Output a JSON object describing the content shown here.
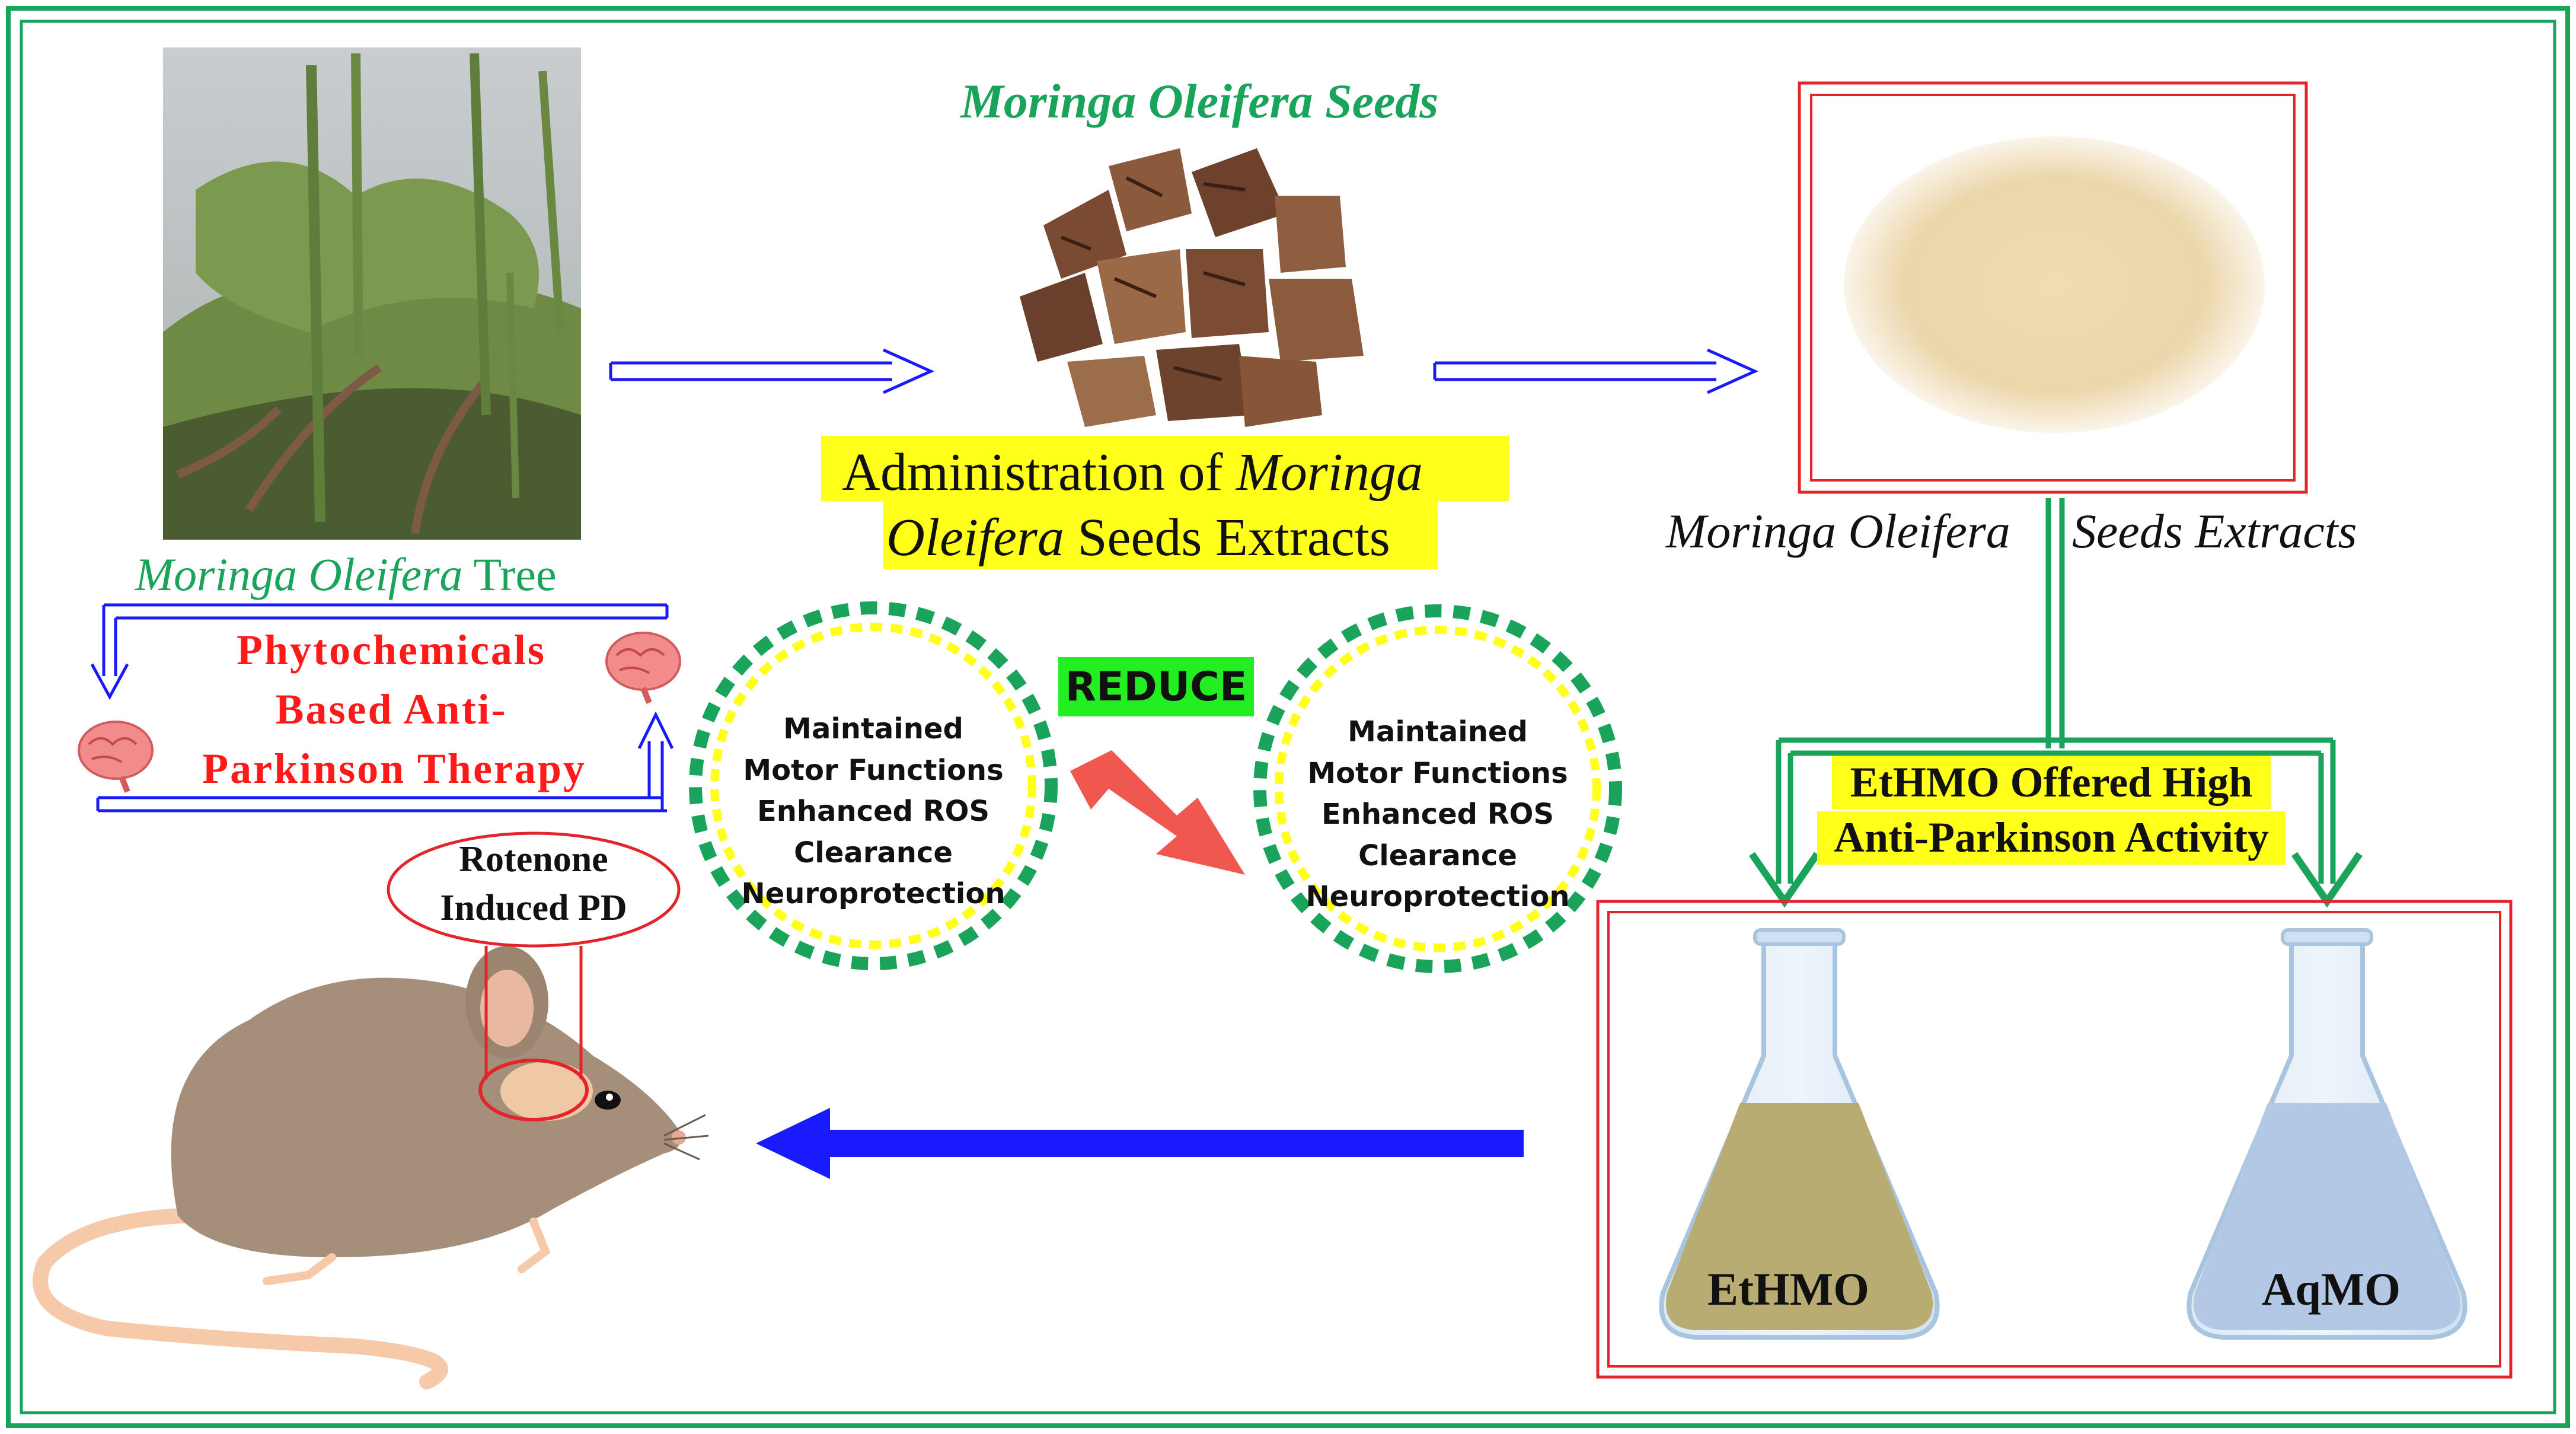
{
  "labels": {
    "seeds_title": "Moringa Oleifera  Seeds",
    "admin_line1_a": "Administration of ",
    "admin_line1_b": "Moringa",
    "admin_line2_a": "Oleifera",
    "admin_line2_b": " Seeds Extracts",
    "tree_label_a": "Moringa Oleifera",
    "tree_label_b": " Tree",
    "extracts_label_a": "Moringa Oleifera",
    "extracts_label_b": "Seeds Extracts",
    "therapy_line1": "Phytochemicals",
    "therapy_line2": "Based Anti-",
    "therapy_line3": "Parkinson  Therapy",
    "reduce": "REDUCE",
    "circle_text": "Maintained Motor Functions Enhanced ROS Clearance Neuroprotection",
    "ethmo_banner_line1": "EtHMO Offered High",
    "ethmo_banner_line2": "Anti-Parkinson Activity",
    "rotenone_line1": "Rotenone",
    "rotenone_line2": "Induced PD",
    "flask_left": "EtHMO",
    "flask_right": "AqMO"
  },
  "icons": [
    "moringa-tree-photo",
    "moringa-seeds-photo",
    "seed-extract-powder",
    "brain-icon",
    "lightning-arrow-icon",
    "flask-icon",
    "mouse-illustration"
  ],
  "colors": {
    "frame_green": "#1aa35a",
    "arrow_blue": "#1a1aff",
    "highlight_yellow": "#ffff1a",
    "alert_red": "#ff1a1a",
    "ethmo_liquid": "#b9ac72",
    "aqmo_liquid": "#b3c8e4"
  }
}
